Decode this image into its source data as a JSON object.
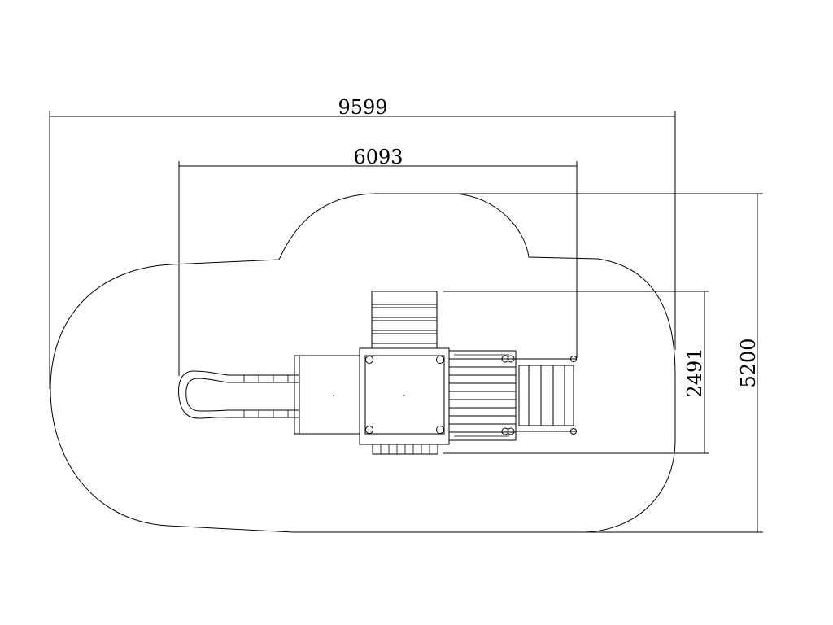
{
  "drawing": {
    "type": "plan view drawing",
    "line_color": "#000000",
    "background_color": "#ffffff"
  },
  "dimensions": {
    "overall_width": "9599",
    "structure_width": "6093",
    "structure_depth": "2491",
    "overall_depth": "5200"
  }
}
